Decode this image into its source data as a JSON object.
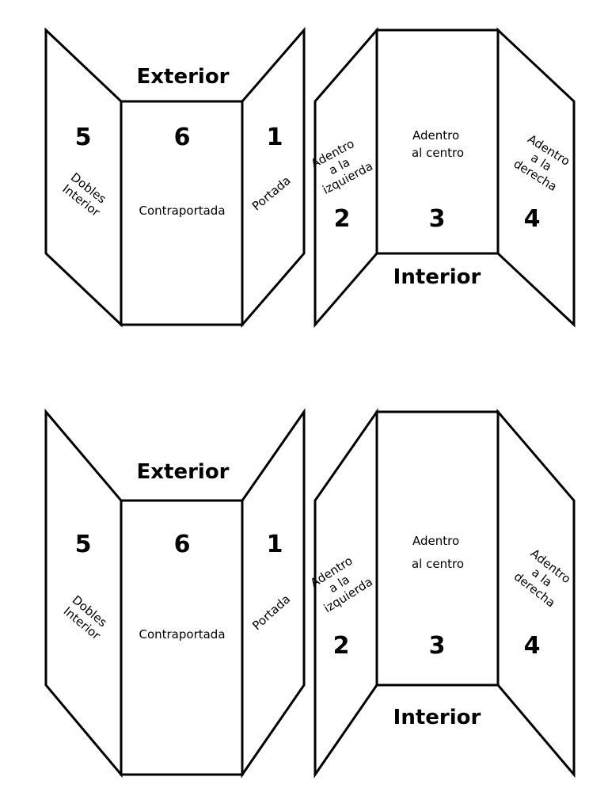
{
  "colors": {
    "stroke": "#000000",
    "background": "#ffffff"
  },
  "copies": [
    {
      "exterior": {
        "title": "Exterior",
        "left": {
          "number": "5",
          "label": [
            "Dobles",
            "Interior"
          ]
        },
        "center": {
          "number": "6",
          "label": [
            "Contraportada"
          ]
        },
        "right": {
          "number": "1",
          "label": [
            "Portada"
          ]
        }
      },
      "interior": {
        "title": "Interior",
        "left": {
          "number": "2",
          "label": [
            "Adentro",
            "a la",
            "izquierda"
          ]
        },
        "center": {
          "number": "3",
          "label": [
            "Adentro",
            "al centro"
          ]
        },
        "right": {
          "number": "4",
          "label": [
            "Adentro",
            "a la",
            "derecha"
          ]
        }
      }
    },
    {
      "exterior": {
        "title": "Exterior",
        "left": {
          "number": "5",
          "label": [
            "Dobles",
            "Interior"
          ]
        },
        "center": {
          "number": "6",
          "label": [
            "Contraportada"
          ]
        },
        "right": {
          "number": "1",
          "label": [
            "Portada"
          ]
        }
      },
      "interior": {
        "title": "Interior",
        "left": {
          "number": "2",
          "label": [
            "Adentro",
            "a la",
            "izquierda"
          ]
        },
        "center": {
          "number": "3",
          "label": [
            "Adentro",
            "al centro"
          ]
        },
        "right": {
          "number": "4",
          "label": [
            "Adentro",
            "a la",
            "derecha"
          ]
        }
      }
    }
  ]
}
